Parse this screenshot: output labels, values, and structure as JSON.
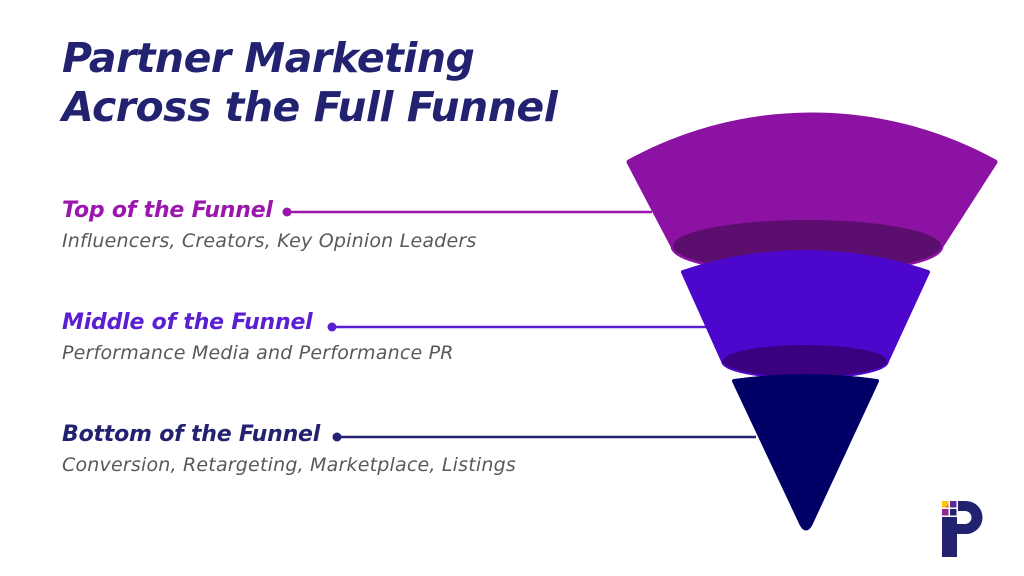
{
  "title": {
    "line1": "Partner Marketing",
    "line2": "Across the Full Funnel"
  },
  "sections": [
    {
      "id": "top",
      "label": "Top of the Funnel",
      "description": "Influencers, Creators, Key Opinion Leaders",
      "color": "#9A16AC"
    },
    {
      "id": "middle",
      "label": "Middle of the Funnel",
      "description": "Performance Media and Performance PR",
      "color": "#5B1FD2"
    },
    {
      "id": "bottom",
      "label": "Bottom of the Funnel",
      "description": "Conversion, Retargeting, Marketplace, Listings",
      "color": "#232270"
    }
  ],
  "funnel": {
    "stages": [
      {
        "id": "top",
        "fill": "#8B12A3",
        "inner_shadow": "#5C0E6E"
      },
      {
        "id": "middle",
        "fill": "#4D07CC",
        "inner_shadow": "#3A0080"
      },
      {
        "id": "bottom",
        "fill": "#000066"
      }
    ]
  },
  "logo": {
    "letter": "P",
    "navy": "#232270",
    "yellow": "#FFC20E",
    "orange": "#F15A24",
    "violet": "#5C2D91",
    "magenta": "#93268F"
  },
  "colors": {
    "background": "#FFFFFF",
    "title": "#232270",
    "description_text": "#58595B"
  }
}
